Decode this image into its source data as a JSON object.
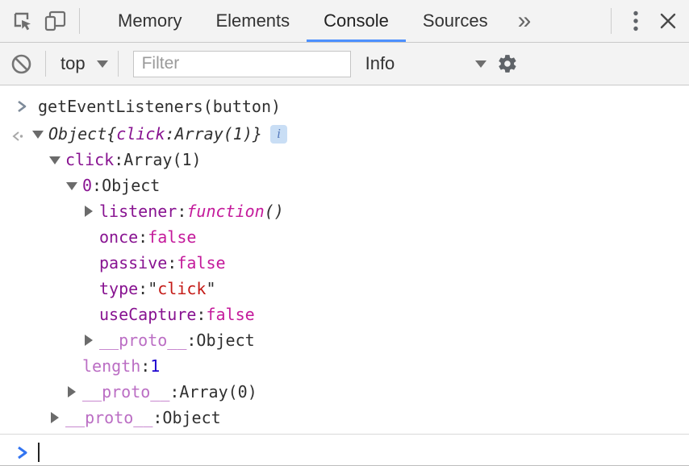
{
  "colors": {
    "accent_tab": "#4d90fe",
    "toolbar_bg": "#f3f3f3",
    "name_purple": "#881391",
    "dim_purple": "#bb6ec4",
    "boolean_magenta": "#c41a9b",
    "string_red": "#c41a16",
    "number_blue": "#1c00cf",
    "prompt_blue": "#3274f1"
  },
  "tabbar": {
    "tabs": [
      {
        "label": "Memory",
        "active": false
      },
      {
        "label": "Elements",
        "active": false
      },
      {
        "label": "Console",
        "active": true
      },
      {
        "label": "Sources",
        "active": false
      }
    ],
    "overflow_label": "»"
  },
  "toolbar": {
    "context_selector": {
      "value": "top"
    },
    "filter": {
      "placeholder": "Filter",
      "value": ""
    },
    "level_selector": {
      "value": "Info"
    }
  },
  "console": {
    "command": "getEventListeners(button)",
    "result_badge": "i",
    "entries": [
      {
        "level": 0,
        "expander": "open",
        "preview": true,
        "return_icon": true,
        "badge": "i",
        "segments": [
          {
            "t": "Object",
            "c": "plain"
          },
          {
            "t": " {",
            "c": "plain"
          },
          {
            "t": "click",
            "c": "name"
          },
          {
            "t": ": ",
            "c": "plain"
          },
          {
            "t": "Array(1)",
            "c": "plain"
          },
          {
            "t": "}",
            "c": "plain"
          }
        ]
      },
      {
        "level": 1,
        "expander": "open",
        "segments": [
          {
            "t": "click",
            "c": "name"
          },
          {
            "t": ": ",
            "c": "plain"
          },
          {
            "t": "Array(1)",
            "c": "plain"
          }
        ]
      },
      {
        "level": 2,
        "expander": "open",
        "segments": [
          {
            "t": "0",
            "c": "name"
          },
          {
            "t": ": ",
            "c": "plain"
          },
          {
            "t": "Object",
            "c": "plain"
          }
        ]
      },
      {
        "level": 3,
        "expander": "closed",
        "segments": [
          {
            "t": "listener",
            "c": "name"
          },
          {
            "t": ": ",
            "c": "plain"
          },
          {
            "t": "function ",
            "c": "func"
          },
          {
            "t": "()",
            "c": "funcparen"
          }
        ]
      },
      {
        "level": 3,
        "expander": "none",
        "segments": [
          {
            "t": "once",
            "c": "name"
          },
          {
            "t": ": ",
            "c": "plain"
          },
          {
            "t": "false",
            "c": "bool"
          }
        ]
      },
      {
        "level": 3,
        "expander": "none",
        "segments": [
          {
            "t": "passive",
            "c": "name"
          },
          {
            "t": ": ",
            "c": "plain"
          },
          {
            "t": "false",
            "c": "bool"
          }
        ]
      },
      {
        "level": 3,
        "expander": "none",
        "segments": [
          {
            "t": "type",
            "c": "name"
          },
          {
            "t": ": ",
            "c": "plain"
          },
          {
            "t": "\"",
            "c": "plain"
          },
          {
            "t": "click",
            "c": "string"
          },
          {
            "t": "\"",
            "c": "plain"
          }
        ]
      },
      {
        "level": 3,
        "expander": "none",
        "segments": [
          {
            "t": "useCapture",
            "c": "name"
          },
          {
            "t": ": ",
            "c": "plain"
          },
          {
            "t": "false",
            "c": "bool"
          }
        ]
      },
      {
        "level": 3,
        "expander": "closed",
        "segments": [
          {
            "t": "__proto__",
            "c": "dimname"
          },
          {
            "t": ": ",
            "c": "plain"
          },
          {
            "t": "Object",
            "c": "plain"
          }
        ]
      },
      {
        "level": 2,
        "expander": "none",
        "segments": [
          {
            "t": "length",
            "c": "dimname"
          },
          {
            "t": ": ",
            "c": "plain"
          },
          {
            "t": "1",
            "c": "number"
          }
        ]
      },
      {
        "level": 2,
        "expander": "closed",
        "segments": [
          {
            "t": "__proto__",
            "c": "dimname"
          },
          {
            "t": ": ",
            "c": "plain"
          },
          {
            "t": "Array(0)",
            "c": "plain"
          }
        ]
      },
      {
        "level": 1,
        "expander": "closed",
        "segments": [
          {
            "t": "__proto__",
            "c": "dimname"
          },
          {
            "t": ": ",
            "c": "plain"
          },
          {
            "t": "Object",
            "c": "plain"
          }
        ]
      }
    ]
  }
}
